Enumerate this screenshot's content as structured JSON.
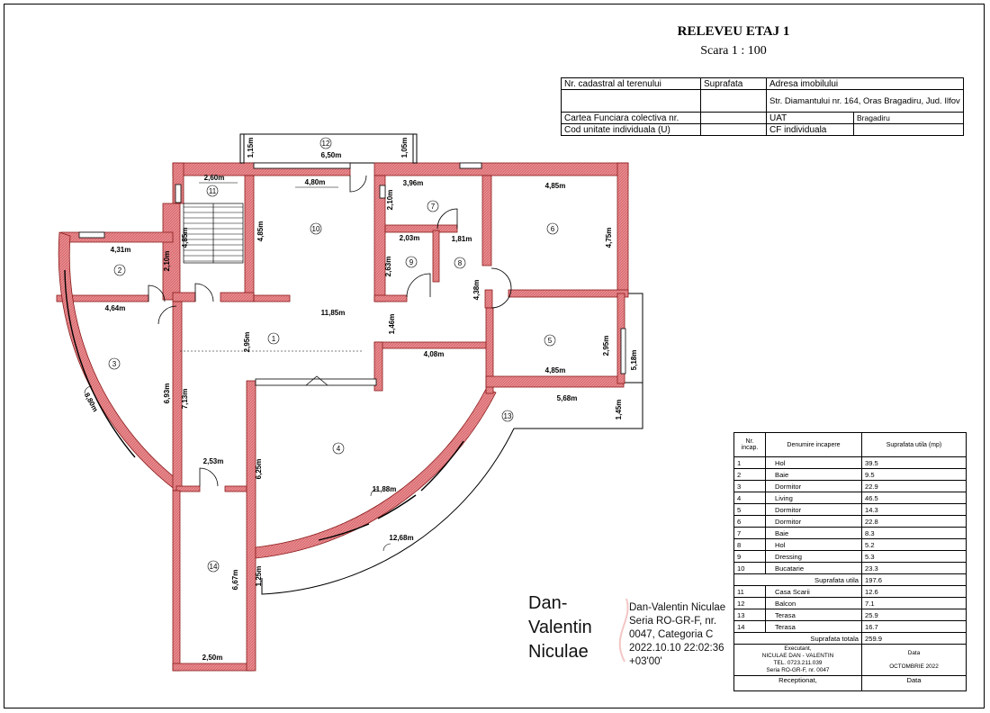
{
  "header": {
    "title": "RELEVEU ETAJ 1",
    "scale": "Scara  1 : 100"
  },
  "info_table": {
    "cadastral_label": "Nr. cadastral al terenului",
    "surface_label": "Suprafata",
    "address_label": "Adresa imobilului",
    "address_value": "Str. Diamantului nr. 164, Oras Bragadiru, Jud. Ilfov",
    "cf_colectiva_label": "Cartea Funciara colectiva nr.",
    "uat_label": "UAT",
    "uat_value": "Bragadiru",
    "cod_unitate_label": "Cod unitate individuala (U)",
    "cf_individuala_label": "CF individuala"
  },
  "legend": {
    "col_nr": "Nr. incap.",
    "col_name": "Denumire incapere",
    "col_area": "Suprafata utila (mp)",
    "rooms": [
      {
        "nr": "1",
        "name": "Hol",
        "area": "39.5"
      },
      {
        "nr": "2",
        "name": "Baie",
        "area": "9.5"
      },
      {
        "nr": "3",
        "name": "Dormitor",
        "area": "22.9"
      },
      {
        "nr": "4",
        "name": "Living",
        "area": "46.5"
      },
      {
        "nr": "5",
        "name": "Dormitor",
        "area": "14.3"
      },
      {
        "nr": "6",
        "name": "Dormitor",
        "area": "22.8"
      },
      {
        "nr": "7",
        "name": "Baie",
        "area": "8.3"
      },
      {
        "nr": "8",
        "name": "Hol",
        "area": "5.2"
      },
      {
        "nr": "9",
        "name": "Dressing",
        "area": "5.3"
      },
      {
        "nr": "10",
        "name": "Bucatarie",
        "area": "23.3"
      }
    ],
    "useful_label": "Suprafata utila",
    "useful_value": "197.6",
    "annex": [
      {
        "nr": "11",
        "name": "Casa Scarii",
        "area": "12.6"
      },
      {
        "nr": "12",
        "name": "Balcon",
        "area": "7.1"
      },
      {
        "nr": "13",
        "name": "Terasa",
        "area": "25.9"
      },
      {
        "nr": "14",
        "name": "Terasa",
        "area": "16.7"
      }
    ],
    "total_label": "Suprafata totala",
    "total_value": "259.9",
    "executant_lines": [
      "Executant,",
      "NICULAE DAN - VALENTIN",
      "TEL. 0723.211.039",
      "Seria RO-GR-F, nr. 0047"
    ],
    "data_label": "Data",
    "data_value": "OCTOMBRIE 2022",
    "receptionat_label": "Receptionat,",
    "data_label_2": "Data"
  },
  "signature": {
    "name_lines": [
      "Dan-",
      "Valentin",
      "Niculae"
    ],
    "detail_lines": [
      "Dan-Valentin Niculae",
      "Seria RO-GR-F, nr.",
      "0047, Categoria C",
      "2022.10.10 22:02:36",
      "+03'00'"
    ]
  },
  "plan": {
    "room_numbers": [
      "1",
      "2",
      "3",
      "4",
      "5",
      "6",
      "7",
      "8",
      "9",
      "10",
      "11",
      "12",
      "13",
      "14"
    ],
    "dimensions": [
      "2,60m",
      "4,80m",
      "3,96m",
      "4,85m",
      "6,50m",
      "1,15m",
      "1,05m",
      "4,31m",
      "2,10m",
      "4,85m",
      "4,85m",
      "2,10m",
      "2,03m",
      "1,81m",
      "2,63m",
      "4,75m",
      "4,64m",
      "11,85m",
      "4,38m",
      "1,46m",
      "2,95m",
      "4,08m",
      "4,85m",
      "2,95m",
      "5,18m",
      "6,93m",
      "7,13m",
      "8,80m",
      "5,68m",
      "1,45m",
      "2,53m",
      "6,25m",
      "11,88m",
      "12,68m",
      "6,67m",
      "1,25m",
      "2,50m"
    ]
  },
  "colors": {
    "wall_hatch": "#e88a8e",
    "wall_stroke": "#8b1a1a",
    "line": "#000000"
  }
}
